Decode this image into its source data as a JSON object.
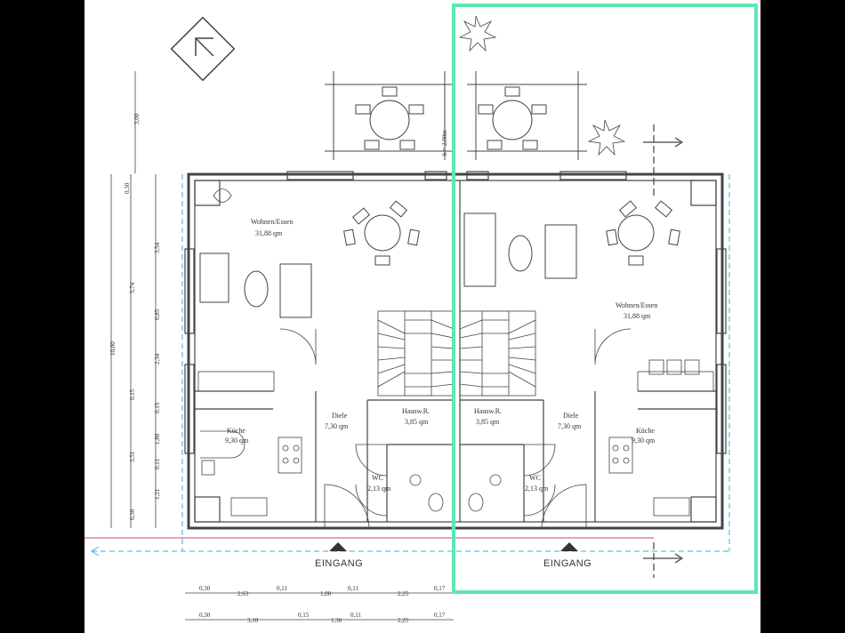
{
  "plan": {
    "left_unit": {
      "wohnen_name": "Wohnen/Essen",
      "wohnen_area": "31,88 qm",
      "kueche_name": "Küche",
      "kueche_area": "9,30 qm",
      "diele_name": "Diele",
      "diele_area": "7,30 qm",
      "hausw_name": "Hausw.R.",
      "hausw_area": "3,85 qm",
      "wc_name": "WC",
      "wc_area": "2,13 qm",
      "entrance": "EINGANG"
    },
    "right_unit": {
      "wohnen_name": "Wohnen/Essen",
      "wohnen_area": "31,88 qm",
      "kueche_name": "Küche",
      "kueche_area": "9,30 qm",
      "diele_name": "Diele",
      "diele_area": "7,30 qm",
      "hausw_name": "Hausw.R.",
      "hausw_area": "3,85 qm",
      "wc_name": "WC",
      "wc_area": "2,13 qm",
      "entrance": "EINGANG"
    },
    "wall_note": "h = 2,00m",
    "vertical_dims_outer": [
      "3,00",
      "10,00"
    ],
    "vertical_dims_inner": [
      "0,30",
      "3,54",
      "5,74",
      "0,85",
      "2,34",
      "0,15",
      "0,15",
      "1,88",
      "3,51",
      "0,11",
      "1,21",
      "0,30"
    ],
    "bottom_dims_row1": [
      "0,30",
      "2,63",
      "0,11",
      "1,80",
      "0,11",
      "2,25",
      "0,17"
    ],
    "bottom_dims_row2": [
      "0,30",
      "3,10",
      "0,15",
      "1,30",
      "0,11",
      "2,25",
      "0,17"
    ]
  },
  "colors": {
    "highlight": "#5de8b0",
    "dimension_blue": "#3ab0d8",
    "property_line": "#d0408a",
    "ink": "#444444"
  }
}
